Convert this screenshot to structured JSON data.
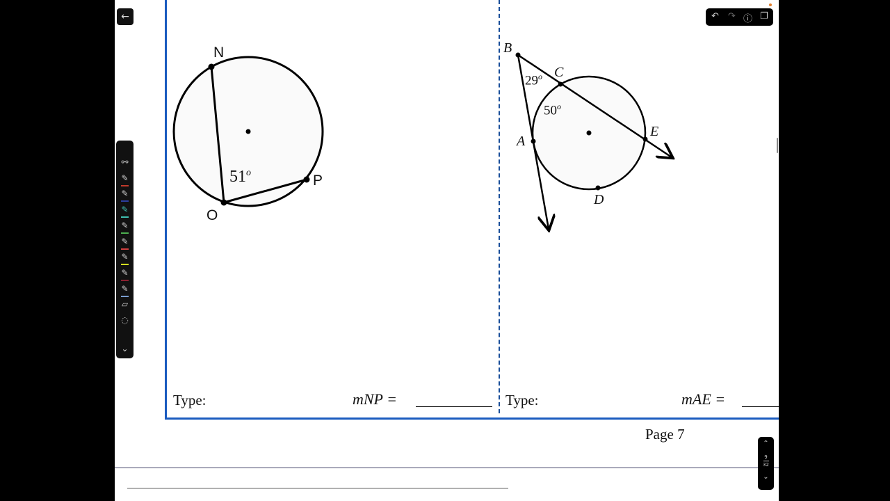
{
  "nav": {
    "back_icon": "arrow-left-icon"
  },
  "toolbar": {
    "tools": [
      {
        "name": "lasso-tool",
        "color": "#cccccc"
      },
      {
        "name": "pen-red",
        "color": "#c0392b"
      },
      {
        "name": "pen-blue",
        "color": "#2c3e9e"
      },
      {
        "name": "pen-teal",
        "color": "#3fbfb0",
        "selected": true
      },
      {
        "name": "pen-green",
        "color": "#4caf50"
      },
      {
        "name": "pen-red2",
        "color": "#d04040"
      },
      {
        "name": "highlighter-yellow",
        "color": "#d4e020"
      },
      {
        "name": "highlighter-maroon",
        "color": "#8a2030"
      },
      {
        "name": "pen-lightblue",
        "color": "#7a9ed0"
      },
      {
        "name": "eraser",
        "color": "#cccccc"
      },
      {
        "name": "lasso-select",
        "color": "#cccccc"
      }
    ]
  },
  "top_toolbar": {
    "undo": "↶",
    "redo": "↷",
    "info": "ⓘ",
    "pages": "❐"
  },
  "problem1": {
    "labels": {
      "N": "N",
      "O": "O",
      "P": "P",
      "angle": "51",
      "deg": "o"
    },
    "type_label": "Type:",
    "answer_label": "mNP ="
  },
  "problem2": {
    "labels": {
      "B": "B",
      "C": "C",
      "E": "E",
      "A": "A",
      "D": "D",
      "angle1": "29",
      "angle2": "50",
      "deg": "o"
    },
    "type_label": "Type:",
    "answer_label": "mAE ="
  },
  "page_label": "Page 7",
  "pager": {
    "current": "9",
    "total": "32"
  },
  "colors": {
    "frame": "#1a5bbf"
  }
}
